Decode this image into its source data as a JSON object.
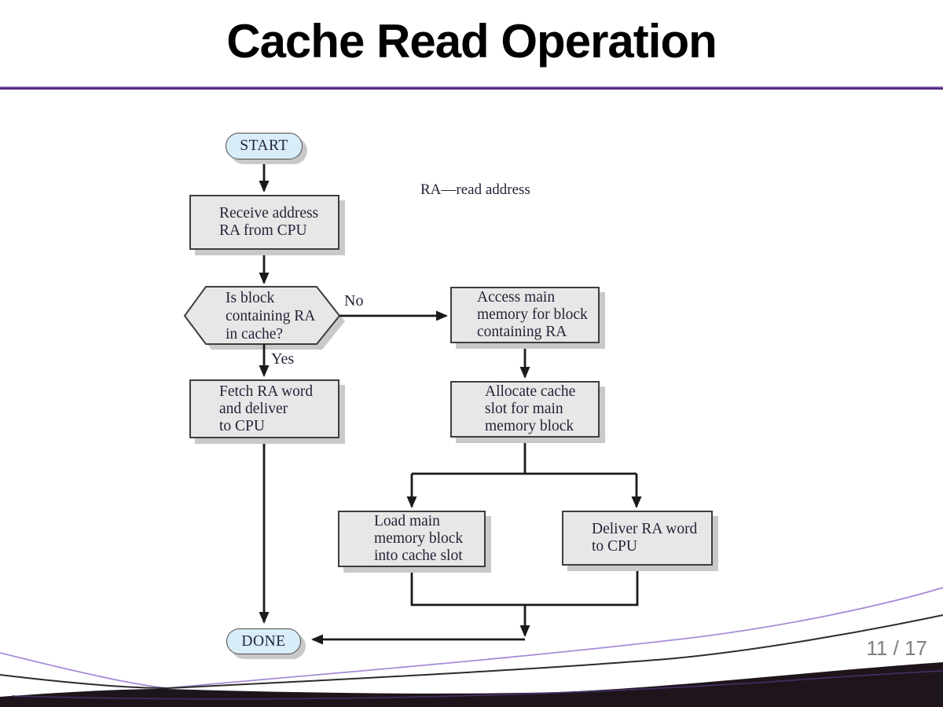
{
  "header": {
    "title": "Cache Read Operation"
  },
  "diagram": {
    "annotation": "RA—read address",
    "nodes": {
      "start": "START",
      "receive": "Receive address\nRA from CPU",
      "decision": "Is block\ncontaining RA\nin cache?",
      "access": "Access main\nmemory for block\ncontaining RA",
      "fetch": "Fetch RA word\nand deliver\nto CPU",
      "allocate": "Allocate cache\nslot for main\nmemory block",
      "load": "Load main\nmemory block\ninto cache slot",
      "deliver": "Deliver RA word\nto CPU",
      "done": "DONE"
    },
    "edge_labels": {
      "no": "No",
      "yes": "Yes"
    }
  },
  "footer": {
    "page_number": "11 / 17"
  },
  "colors": {
    "accent_purple": "#5b2d8c",
    "node_fill": "#e7e7e7",
    "terminal_fill": "#d9edf8",
    "node_border": "#3e3e3e",
    "drop_shadow": "#c9c9c9",
    "connector_line": "#1a1a1a",
    "diagram_text": "#232438",
    "page_number_gray": "#7f7f7f",
    "footer_swoosh_black": "#1e151c",
    "footer_curve_purple": "#a58bd6"
  }
}
